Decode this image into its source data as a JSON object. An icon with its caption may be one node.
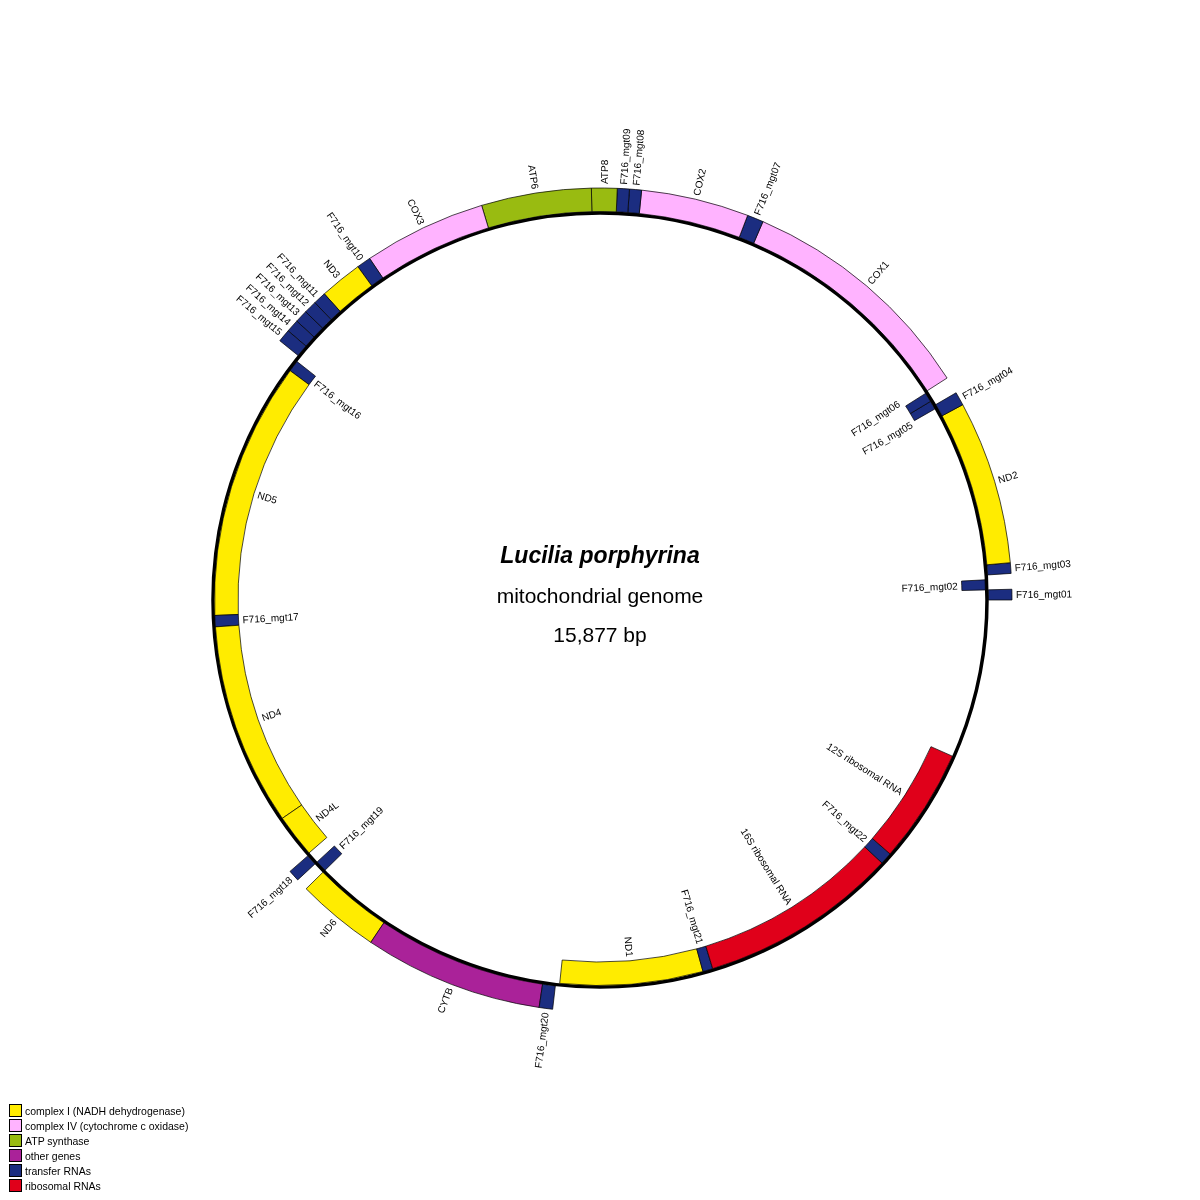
{
  "diagram": {
    "title": "Lucilia porphyrina",
    "nodes": [
      {
        "text": [
          "F716_mgt01"
        ]
      },
      {
        "text": [
          "F716_mgt02"
        ]
      },
      {
        "text": [
          "F716_mgt03"
        ]
      },
      {
        "text": [
          "ND2"
        ]
      },
      {
        "text": [
          "F716_mgt04"
        ]
      },
      {
        "text": [
          "F716_mgt05"
        ]
      },
      {
        "text": [
          "F716_mgt06"
        ]
      },
      {
        "text": [
          "COX1"
        ]
      },
      {
        "text": [
          "F716_mgt07"
        ]
      },
      {
        "text": [
          "COX2"
        ]
      },
      {
        "text": [
          "F716_mgt08"
        ]
      },
      {
        "text": [
          "F716_mgt09"
        ]
      },
      {
        "text": [
          "ATP8"
        ]
      },
      {
        "text": [
          "ATP6"
        ]
      },
      {
        "text": [
          "COX3"
        ]
      },
      {
        "text": [
          "F716_mgt10"
        ]
      },
      {
        "text": [
          "ND3"
        ]
      },
      {
        "text": [
          "F716_mgt11"
        ]
      },
      {
        "text": [
          "F716_mgt12"
        ]
      },
      {
        "text": [
          "F716_mgt13"
        ]
      },
      {
        "text": [
          "F716_mgt14"
        ]
      },
      {
        "text": [
          "F716_mgt15"
        ]
      },
      {
        "text": [
          "F716_mgt16"
        ]
      },
      {
        "text": [
          "ND5"
        ]
      },
      {
        "text": [
          "F716_mgt17"
        ]
      },
      {
        "text": [
          "ND4"
        ]
      },
      {
        "text": [
          "ND4L"
        ]
      },
      {
        "text": [
          "F716_mgt18"
        ]
      },
      {
        "text": [
          "F716_mgt19"
        ]
      },
      {
        "text": [
          "ND6"
        ]
      },
      {
        "text": [
          "CYTB"
        ]
      },
      {
        "text": [
          "F716_mgt20"
        ]
      },
      {
        "text": [
          "ND1"
        ]
      },
      {
        "text": [
          "F716_mgt21"
        ]
      },
      {
        "text": [
          "16S ribosomal RNA"
        ]
      },
      {
        "text": [
          "F716_mgt22"
        ]
      },
      {
        "text": [
          "12S ribosomal RNA"
        ]
      }
    ],
    "labels": [
      "mitochondrial genome",
      "15,877 bp"
    ],
    "legend": [
      {
        "text": "complex I (NADH dehydrogenase)",
        "color": "#ffec00"
      },
      {
        "text": "complex IV (cytochrome c oxidase)",
        "color": "#ffb3ff"
      },
      {
        "text": "ATP synthase",
        "color": "#99bb11"
      },
      {
        "text": "other genes",
        "color": "#aa2299"
      },
      {
        "text": "transfer RNAs",
        "color": "#1b2d80"
      },
      {
        "text": "ribosomal RNAs",
        "color": "#e0001a"
      }
    ]
  }
}
